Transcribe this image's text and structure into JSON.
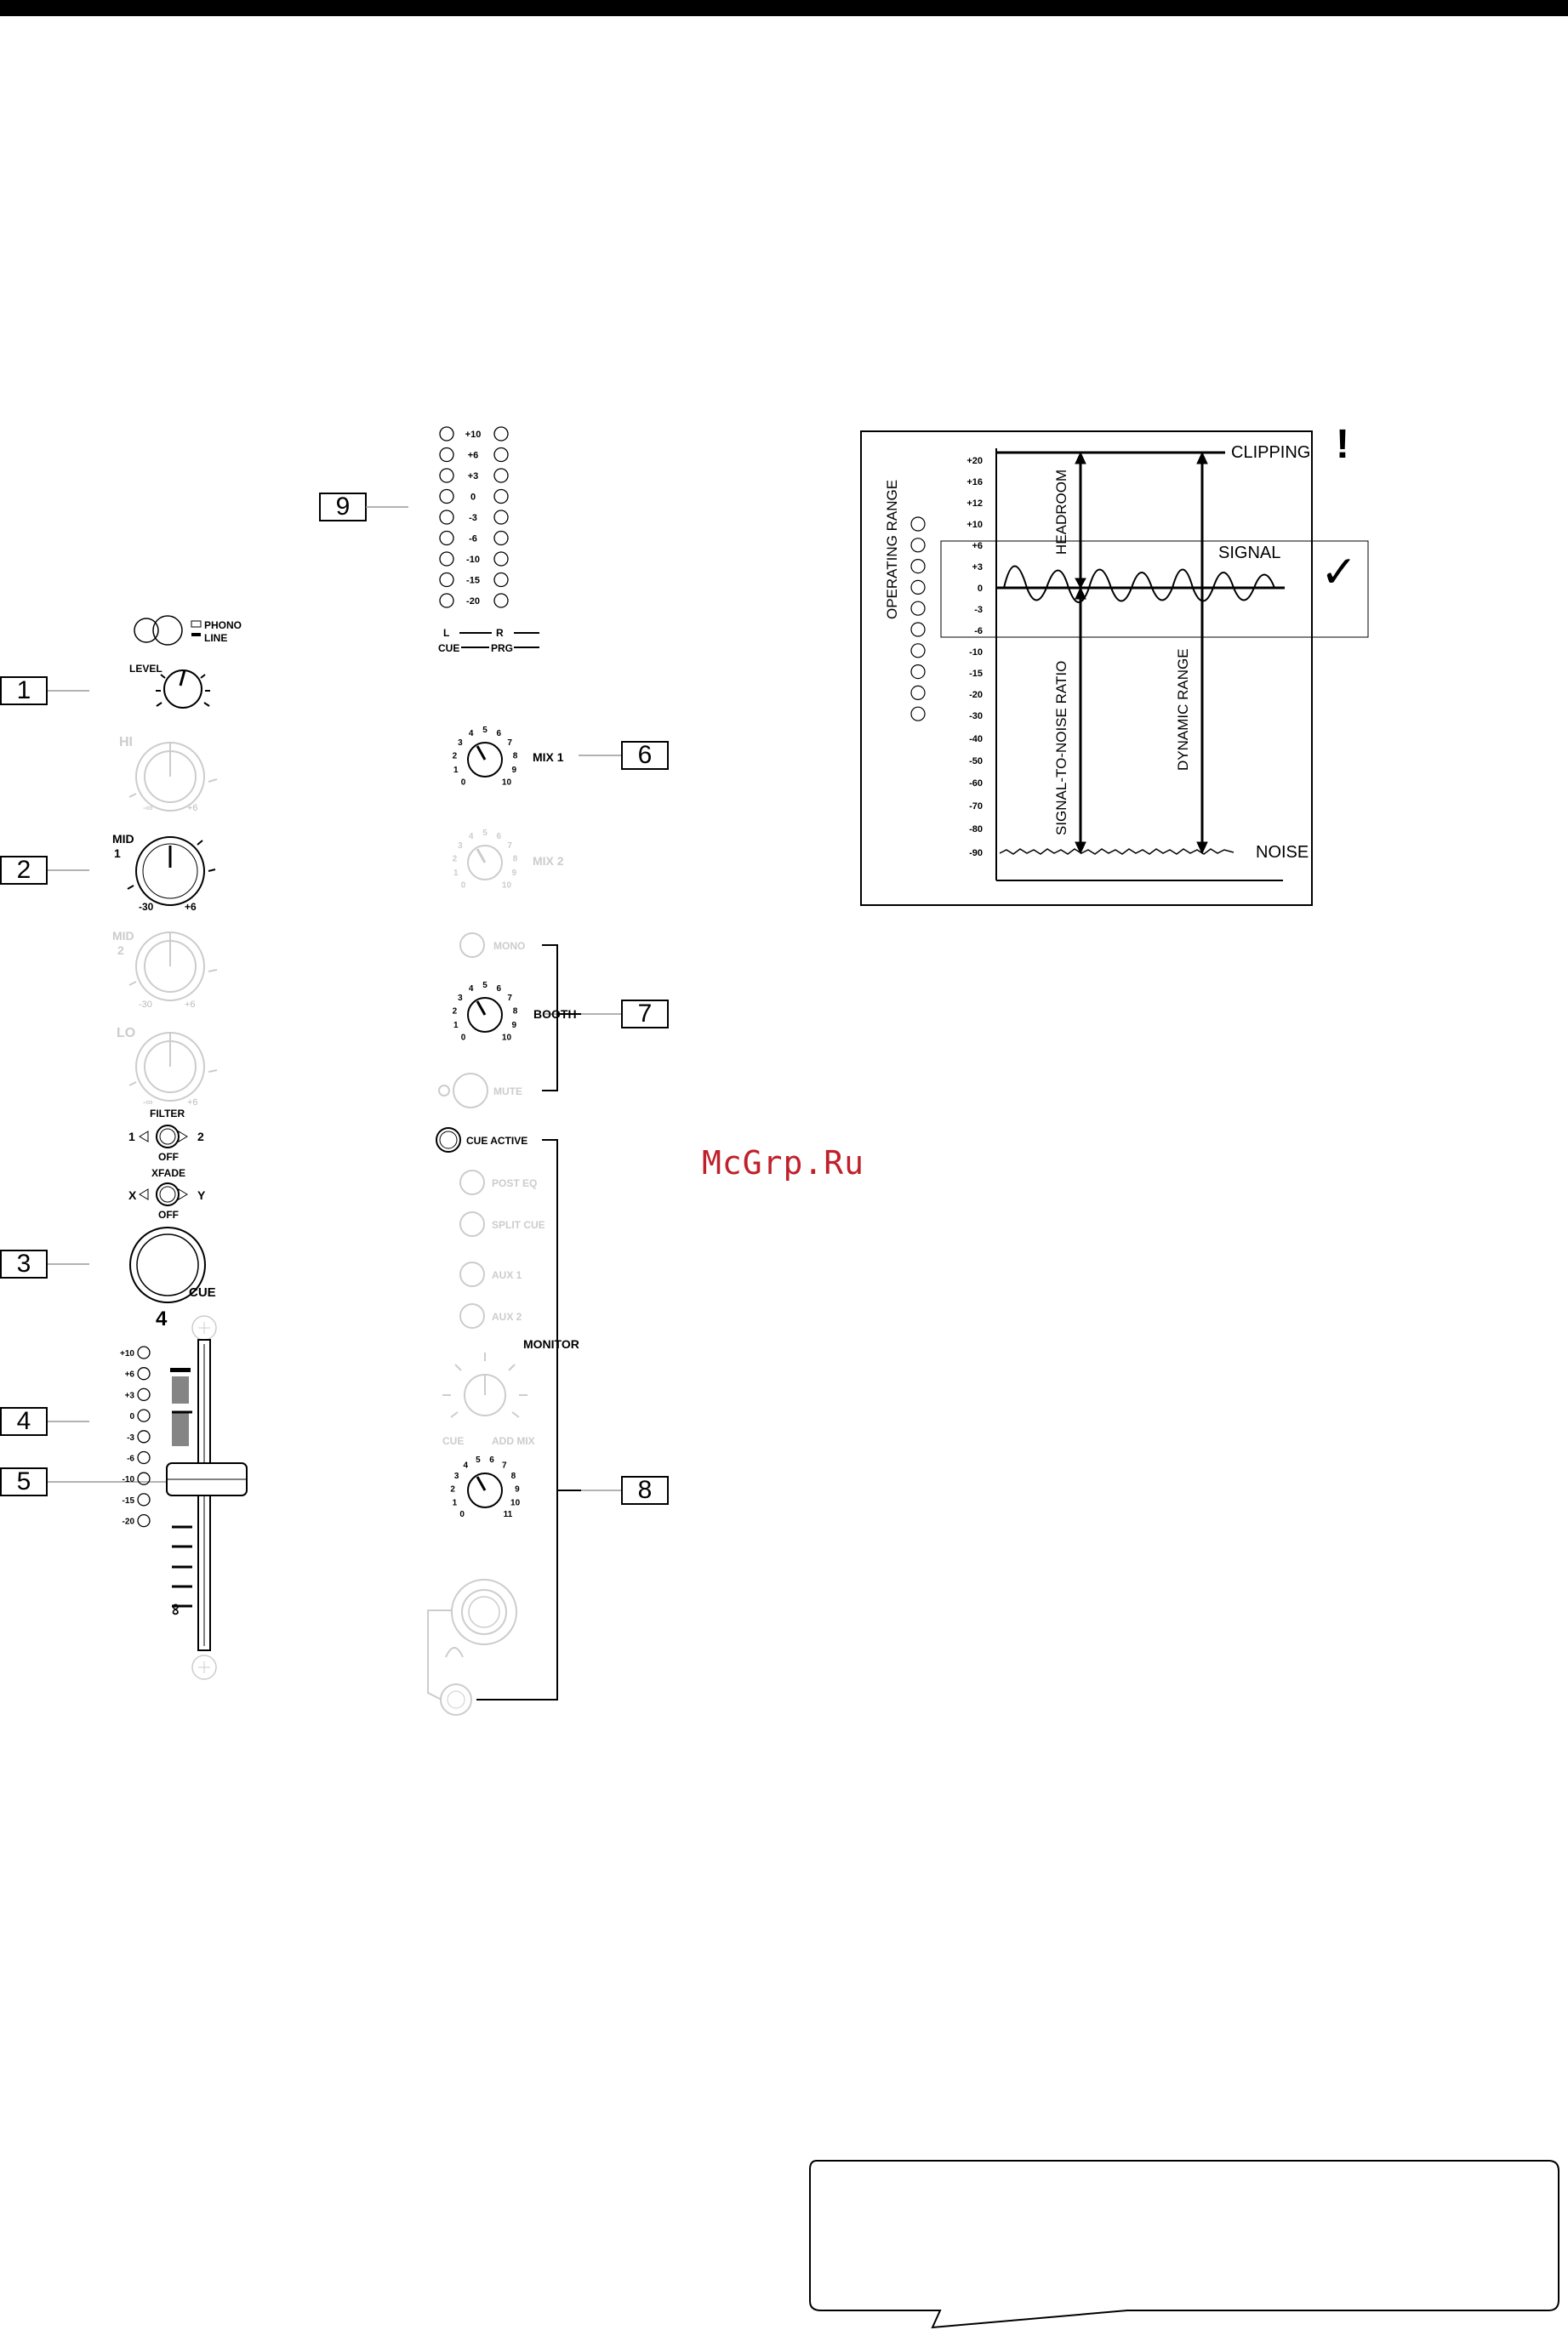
{
  "watermark": "McGrp.Ru",
  "callouts": [
    "1",
    "2",
    "3",
    "4",
    "5",
    "6",
    "7",
    "8",
    "9"
  ],
  "channel": {
    "input_select": [
      "PHONO",
      "LINE"
    ],
    "level": "LEVEL",
    "hi": "HI",
    "hi_scale": [
      "-∞",
      "+6"
    ],
    "mid1": [
      "MID",
      "1"
    ],
    "mid1_scale": [
      "-30",
      "+6"
    ],
    "mid2": [
      "MID",
      "2"
    ],
    "mid2_scale": [
      "-30",
      "+6"
    ],
    "lo": "LO",
    "lo_scale": [
      "-∞",
      "+6"
    ],
    "filter": "FILTER",
    "filter_pos": [
      "1",
      "2",
      "OFF"
    ],
    "xfade": "XFADE",
    "xfade_pos": [
      "X",
      "Y",
      "OFF"
    ],
    "cue": "CUE",
    "channel_number": "4",
    "meter": [
      "+10",
      "+6",
      "+3",
      "0",
      "-3",
      "-6",
      "-10",
      "-15",
      "-20"
    ],
    "fader_infinity": "∞"
  },
  "master": {
    "meter": [
      "+10",
      "+6",
      "+3",
      "0",
      "-3",
      "-6",
      "-10",
      "-15",
      "-20"
    ],
    "meter_legend": [
      "L",
      "R",
      "CUE",
      "PRG"
    ],
    "mix1": "MIX 1",
    "mix2": "MIX 2",
    "knob_scale": [
      "0",
      "1",
      "2",
      "3",
      "4",
      "5",
      "6",
      "7",
      "8",
      "9",
      "10"
    ],
    "mono": "MONO",
    "booth": "BOOTH",
    "mute": "MUTE",
    "cue_active": "CUE ACTIVE",
    "post_eq": "POST EQ",
    "split_cue": "SPLIT CUE",
    "aux1": "AUX 1",
    "aux2": "AUX 2",
    "monitor": "MONITOR",
    "cue_mix": [
      "CUE",
      "ADD MIX"
    ],
    "phones_scale": [
      "0",
      "1",
      "2",
      "3",
      "4",
      "5",
      "6",
      "7",
      "8",
      "9",
      "10",
      "11"
    ]
  },
  "diagram": {
    "operating_range": "OPERATING RANGE",
    "ticks": [
      "+20",
      "+16",
      "+12",
      "+10",
      "+6",
      "+3",
      "0",
      "-3",
      "-6",
      "-10",
      "-15",
      "-20",
      "-30",
      "-40",
      "-50",
      "-60",
      "-70",
      "-80",
      "-90"
    ],
    "clipping": "CLIPPING",
    "signal": "SIGNAL",
    "noise": "NOISE",
    "headroom": "HEADROOM",
    "snr": "SIGNAL-TO-NOISE RATIO",
    "dynamic_range": "DYNAMIC RANGE",
    "warning": "!",
    "check": "✓"
  }
}
